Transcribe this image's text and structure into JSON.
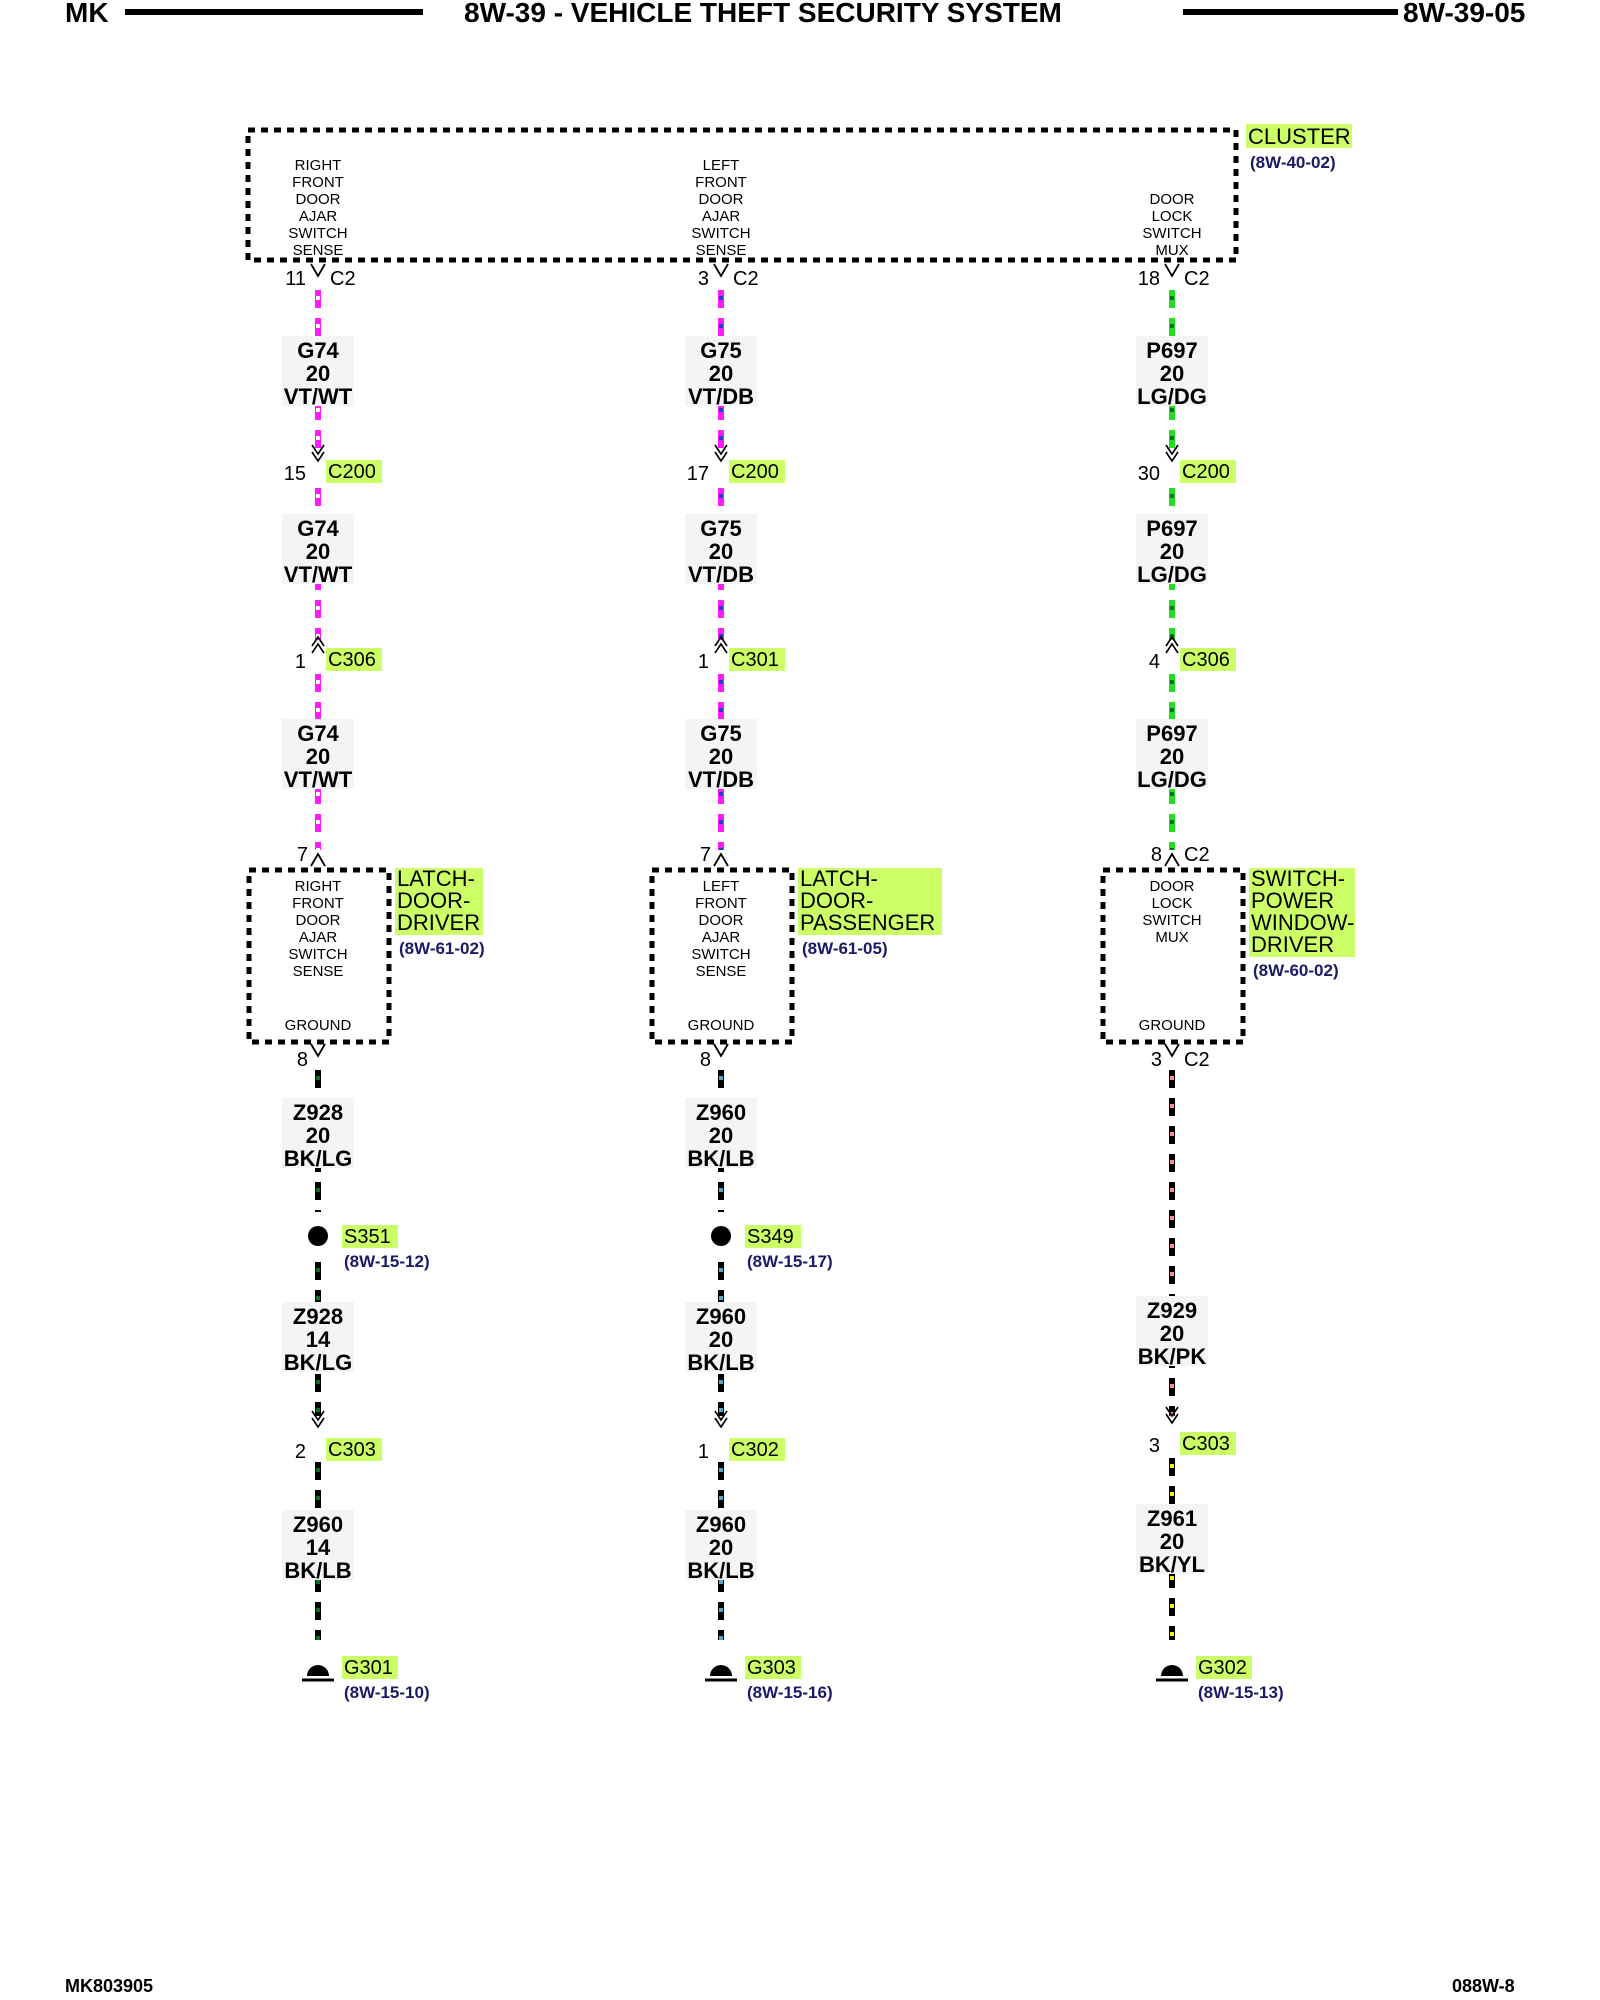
{
  "header": {
    "left": "MK",
    "title": "8W-39 - VEHICLE THEFT SECURITY SYSTEM",
    "right": "8W-39-05"
  },
  "footer": {
    "left": "MK803905",
    "right": "088W-8"
  },
  "cluster": {
    "name": "CLUSTER",
    "ref": "(8W-40-02)",
    "pins": [
      {
        "lines": [
          "RIGHT",
          "FRONT",
          "DOOR",
          "AJAR",
          "SWITCH",
          "SENSE"
        ]
      },
      {
        "lines": [
          "LEFT",
          "FRONT",
          "DOOR",
          "AJAR",
          "SWITCH",
          "SENSE"
        ]
      },
      {
        "lines": [
          "DOOR",
          "LOCK",
          "SWITCH",
          "MUX"
        ]
      }
    ]
  },
  "colors": {
    "violet": "#ff1aff",
    "white": "#ffffff",
    "dark_blue": "#1f3fcf",
    "light_green": "#22dd22",
    "dark_green": "#0a6f2a",
    "black": "#000000",
    "light_blue": "#55aacc",
    "pink": "#ff8899",
    "yellow": "#ffee00",
    "highlight": "#ccff66"
  },
  "columns": [
    {
      "id": "col-right-front",
      "top_pin": "11",
      "top_conn": "C2",
      "segments": [
        {
          "code": "G74",
          "gauge": "20",
          "color": "VT/WT"
        },
        {
          "code": "G74",
          "gauge": "20",
          "color": "VT/WT"
        },
        {
          "code": "G74",
          "gauge": "20",
          "color": "VT/WT"
        }
      ],
      "c200_pin": "15",
      "c200": "C200",
      "mid_conn_pin": "1",
      "mid_conn": "C306",
      "latch_pin": "7",
      "latch": {
        "lines": [
          "RIGHT",
          "FRONT",
          "DOOR",
          "AJAR",
          "SWITCH",
          "SENSE"
        ],
        "ground": "GROUND",
        "name_lines": [
          "LATCH-",
          "DOOR-",
          "DRIVER"
        ],
        "ref": "(8W-61-02)"
      },
      "latch_out_pin": "8",
      "latch_out_conn": "",
      "ground_segments": [
        {
          "code": "Z928",
          "gauge": "20",
          "color": "BK/LG"
        },
        {
          "code": "Z928",
          "gauge": "14",
          "color": "BK/LG"
        },
        {
          "code": "Z960",
          "gauge": "14",
          "color": "BK/LB"
        }
      ],
      "splice": {
        "name": "S351",
        "ref": "(8W-15-12)"
      },
      "lower_conn_pin": "2",
      "lower_conn": "C303",
      "ground": {
        "name": "G301",
        "ref": "(8W-15-10)"
      }
    },
    {
      "id": "col-left-front",
      "top_pin": "3",
      "top_conn": "C2",
      "segments": [
        {
          "code": "G75",
          "gauge": "20",
          "color": "VT/DB"
        },
        {
          "code": "G75",
          "gauge": "20",
          "color": "VT/DB"
        },
        {
          "code": "G75",
          "gauge": "20",
          "color": "VT/DB"
        }
      ],
      "c200_pin": "17",
      "c200": "C200",
      "mid_conn_pin": "1",
      "mid_conn": "C301",
      "latch_pin": "7",
      "latch": {
        "lines": [
          "LEFT",
          "FRONT",
          "DOOR",
          "AJAR",
          "SWITCH",
          "SENSE"
        ],
        "ground": "GROUND",
        "name_lines": [
          "LATCH-",
          "DOOR-",
          "PASSENGER"
        ],
        "ref": "(8W-61-05)"
      },
      "latch_out_pin": "8",
      "latch_out_conn": "",
      "ground_segments": [
        {
          "code": "Z960",
          "gauge": "20",
          "color": "BK/LB"
        },
        {
          "code": "Z960",
          "gauge": "20",
          "color": "BK/LB"
        },
        {
          "code": "Z960",
          "gauge": "20",
          "color": "BK/LB"
        }
      ],
      "splice": {
        "name": "S349",
        "ref": "(8W-15-17)"
      },
      "lower_conn_pin": "1",
      "lower_conn": "C302",
      "ground": {
        "name": "G303",
        "ref": "(8W-15-16)"
      }
    },
    {
      "id": "col-door-lock",
      "top_pin": "18",
      "top_conn": "C2",
      "segments": [
        {
          "code": "P697",
          "gauge": "20",
          "color": "LG/DG"
        },
        {
          "code": "P697",
          "gauge": "20",
          "color": "LG/DG"
        },
        {
          "code": "P697",
          "gauge": "20",
          "color": "LG/DG"
        }
      ],
      "c200_pin": "30",
      "c200": "C200",
      "mid_conn_pin": "4",
      "mid_conn": "C306",
      "latch_pin": "8",
      "latch_conn": "C2",
      "latch": {
        "lines": [
          "DOOR",
          "LOCK",
          "SWITCH",
          "MUX"
        ],
        "ground": "GROUND",
        "name_lines": [
          "SWITCH-",
          "POWER",
          "WINDOW-",
          "DRIVER"
        ],
        "ref": "(8W-60-02)"
      },
      "latch_out_pin": "3",
      "latch_out_conn": "C2",
      "ground_segments": [
        {
          "code": "Z929",
          "gauge": "20",
          "color": "BK/PK"
        },
        {
          "code": "Z961",
          "gauge": "20",
          "color": "BK/YL"
        }
      ],
      "lower_conn_pin": "3",
      "lower_conn": "C303",
      "ground": {
        "name": "G302",
        "ref": "(8W-15-13)"
      }
    }
  ]
}
